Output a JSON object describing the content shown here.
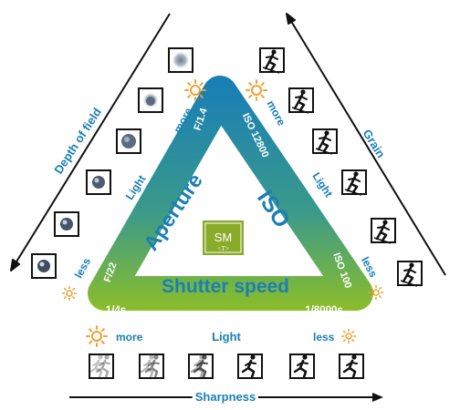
{
  "triangle": {
    "sides": {
      "aperture": "Aperture",
      "iso": "ISO",
      "shutter": "Shutter speed"
    },
    "corners": {
      "top_left": "F/1.4",
      "top_right": "ISO 12800",
      "bottom_left_vertical": "F/22",
      "bottom_left_horizontal": "1/4s",
      "bottom_right_vertical": "ISO 100",
      "bottom_right_horizontal": "1/8000s"
    },
    "logo": {
      "main": "SM",
      "sub": "<T>"
    },
    "colors": {
      "top": "#1a7fb5",
      "bottom": "#8fbf25",
      "logo_bg": "#8aaa2a"
    }
  },
  "left_side": {
    "axis_label": "Depth of field",
    "more_label": "more",
    "less_label": "less",
    "light_label": "Light",
    "icon_name": "flower-icon",
    "count": 6
  },
  "right_side": {
    "axis_label": "Grain",
    "more_label": "more",
    "less_label": "less",
    "light_label": "Light",
    "icon_name": "skier-icon",
    "count": 6
  },
  "bottom_side": {
    "axis_label": "Sharpness",
    "more_label": "more",
    "less_label": "less",
    "light_label": "Light",
    "icon_name": "runner-icon",
    "count": 6
  },
  "icons": {
    "sun": "sun-icon"
  }
}
